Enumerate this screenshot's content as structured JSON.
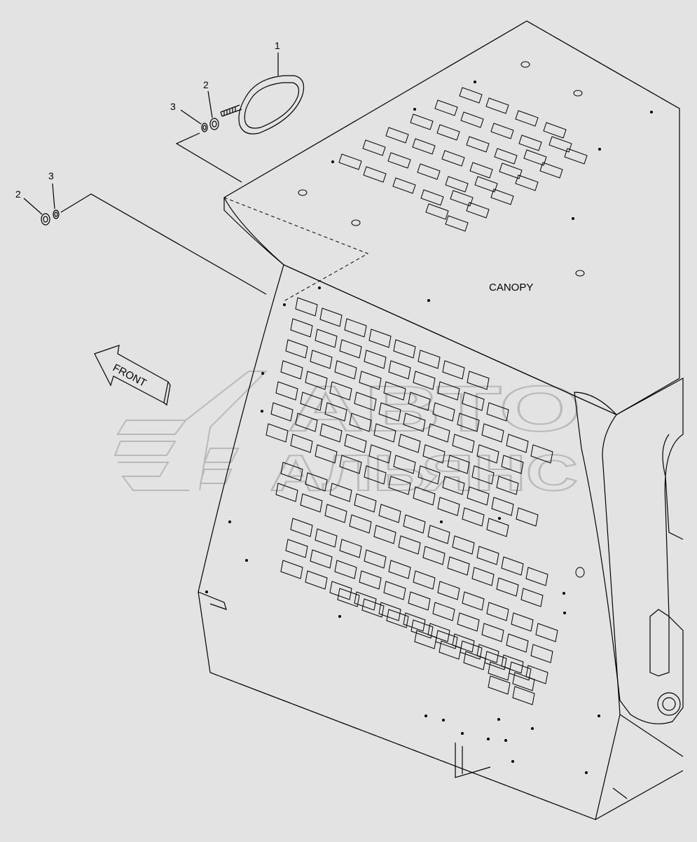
{
  "labels": {
    "part_1": "1",
    "part_2_top": "2",
    "part_3_top": "3",
    "part_2_left": "2",
    "part_3_left": "3",
    "canopy": "CANOPY",
    "front": "FRONT"
  },
  "watermark": {
    "line1": "АВТО",
    "line2": "АЛЬЯНС"
  },
  "colors": {
    "background": "#e3e3e3",
    "panel": "#e8e8e8",
    "line": "#000000",
    "watermark": "#b9b9b9"
  }
}
